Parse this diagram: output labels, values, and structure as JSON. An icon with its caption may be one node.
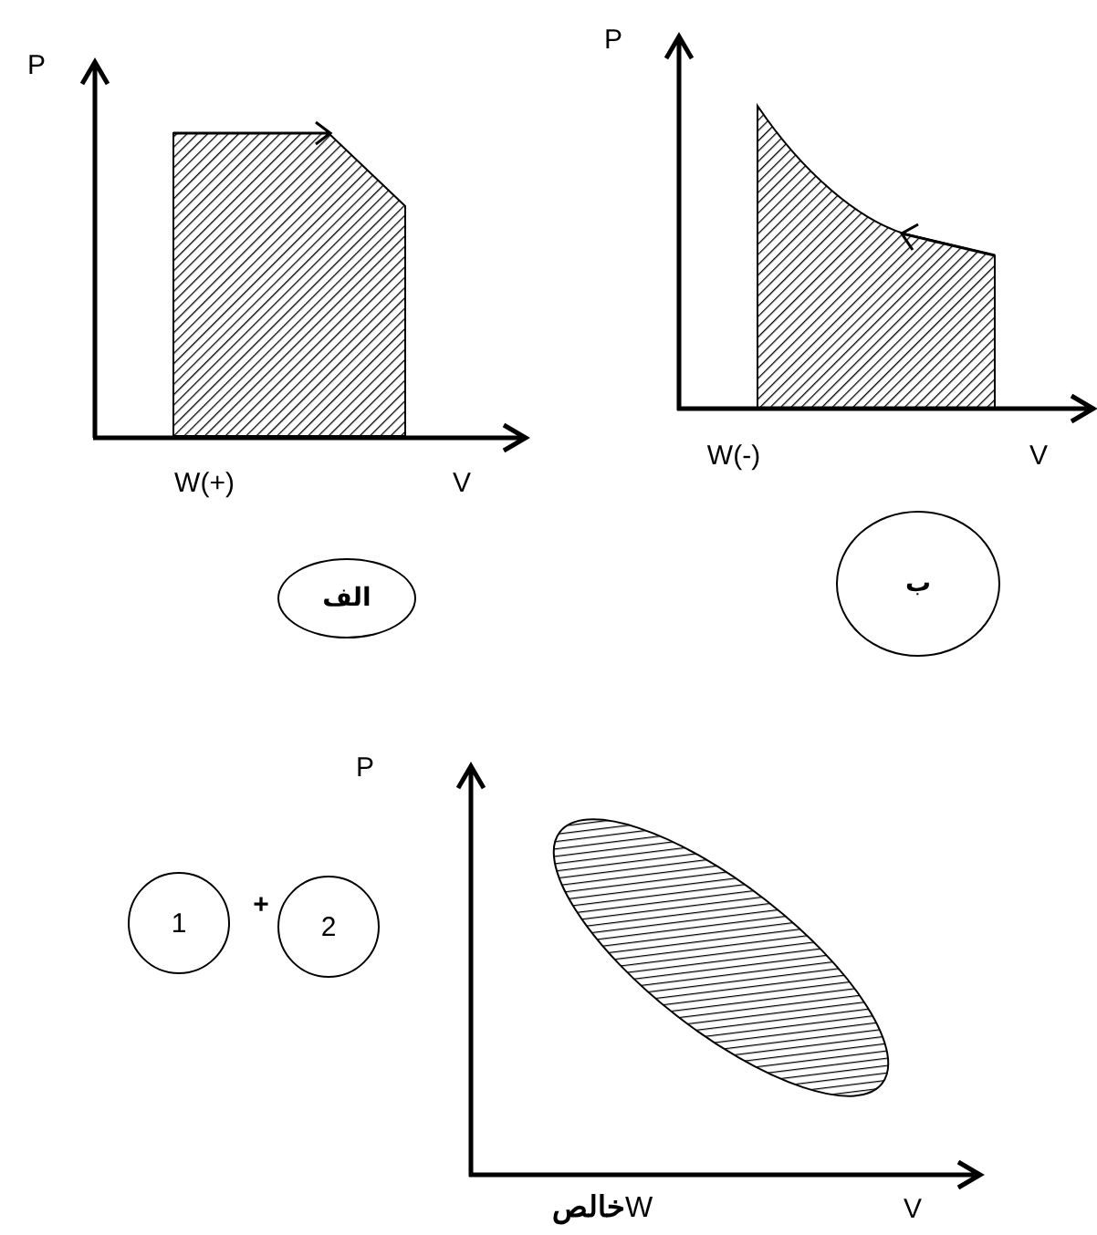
{
  "diagram": {
    "nodes": [
      {
        "text": [
          "الف"
        ]
      },
      {
        "text": [
          "ب"
        ]
      },
      {
        "text": [
          "1"
        ]
      },
      {
        "text": [
          "2"
        ]
      }
    ],
    "labels": [
      "P",
      "P",
      "W(+)",
      "V",
      "W(-)",
      "V",
      "P",
      "+",
      "W**خالص**",
      "V"
    ]
  }
}
